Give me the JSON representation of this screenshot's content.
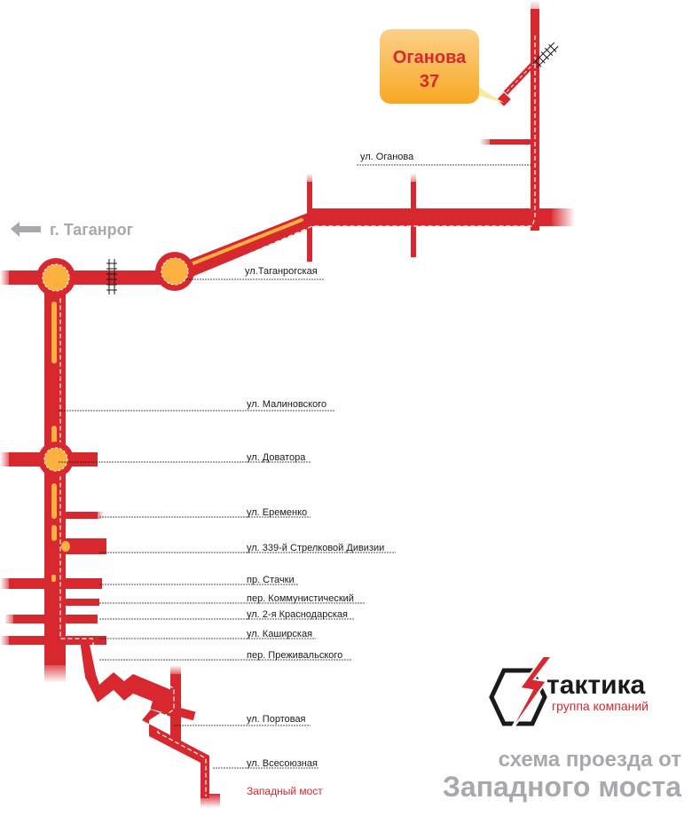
{
  "colors": {
    "road": "#d7282f",
    "road_fade": "#f4b9bb",
    "circle_fill": "#fbb040",
    "accent": "#d7282f",
    "grey": "#a7a9ac",
    "callout_bg": "#fbb040"
  },
  "destination": {
    "line1": "Оганова",
    "line2": "37"
  },
  "direction": {
    "label": "г. Таганрог",
    "icon": "arrow-left-icon"
  },
  "streets": {
    "oganova": "ул. Оганова",
    "taganrogskaya": "ул.Таганрогская",
    "malinovskogo": "ул. Малиновского",
    "dovatora": "ул. Доватора",
    "eremenko": "ул. Еременко",
    "div339": "ул. 339-й Стрелковой Дивизии",
    "stachki": "пр. Стачки",
    "kommunisticheskiy": "пер. Коммунистический",
    "krasnodarskaya": "ул. 2-я Краснодарская",
    "kashirskaya": "ул. Каширская",
    "przhevalskogo": "пер. Преживальского",
    "portovaya": "ул. Портовая",
    "vsesoyuznaya": "ул. Всесоюзная"
  },
  "bridge_label": "Западный мост",
  "brand": {
    "name": "тактика",
    "subtitle": "группа компаний",
    "icon": "lightning-hexagon-logo"
  },
  "caption": {
    "line1": "схема проезда от",
    "line2": "Западного моста"
  }
}
